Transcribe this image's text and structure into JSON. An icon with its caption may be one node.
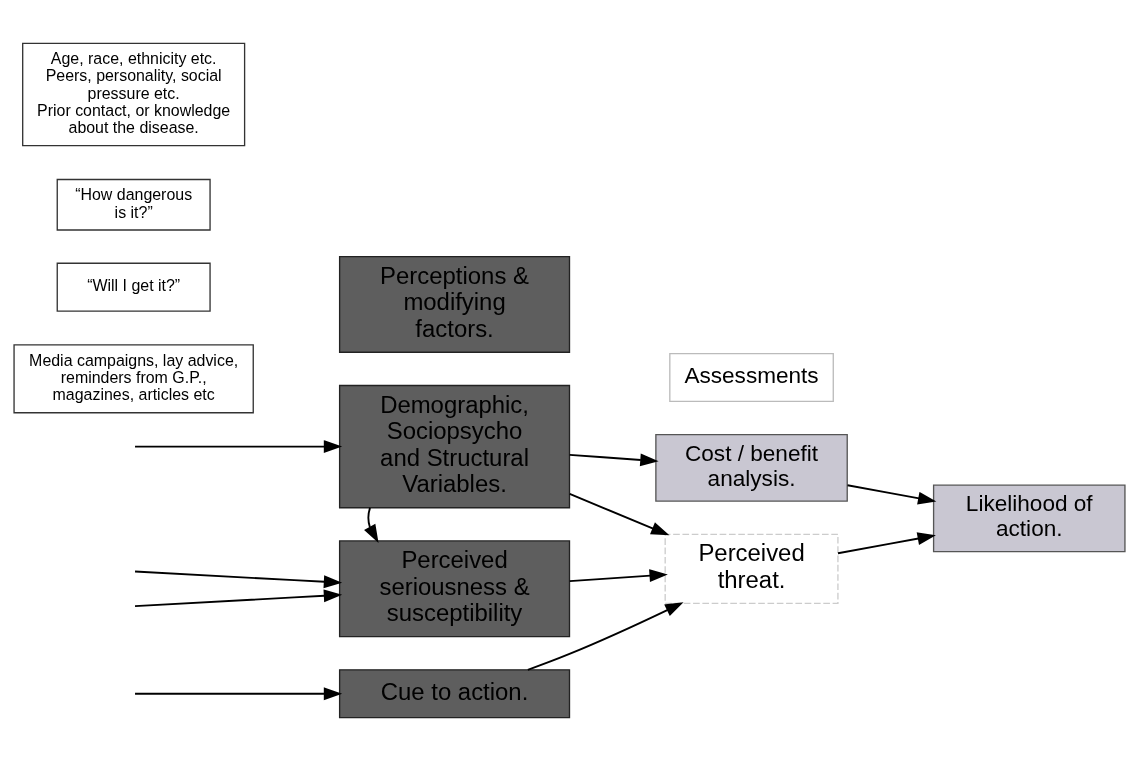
{
  "diagram": {
    "nodes": [
      {
        "text": [
          "Perceptions & modifying factors."
        ]
      },
      {
        "text": [
          "Assessments"
        ]
      },
      {
        "text": [
          "Age, race, ethnicity etc.",
          "Peers, personality, social pressure etc.",
          "Prior contact, or knowledge about the disease."
        ]
      },
      {
        "text": [
          "Demographic, Sociopsycho and Structural Variables."
        ]
      },
      {
        "text": [
          "Cost / benefit analysis."
        ]
      },
      {
        "text": [
          "Likelihood of action."
        ]
      },
      {
        "text": [
          "“How dangerous is it?”"
        ]
      },
      {
        "text": [
          "Perceived seriousness & susceptibility"
        ]
      },
      {
        "text": [
          "Perceived threat."
        ]
      },
      {
        "text": [
          "“Will I get it?”"
        ]
      },
      {
        "text": [
          "Cue to action."
        ]
      },
      {
        "text": [
          "Media campaigns, lay advice, reminders from G.P., magazines, articles etc"
        ]
      }
    ],
    "edges": [
      {
        "from": null,
        "to": 3,
        "arrow": "to"
      },
      {
        "from": 3,
        "to": 4,
        "arrow": "to"
      },
      {
        "from": 4,
        "to": 5,
        "arrow": "to"
      },
      {
        "from": 3,
        "to": 7,
        "arrow": "to"
      },
      {
        "from": 3,
        "to": 8,
        "arrow": "to"
      },
      {
        "from": null,
        "to": 7,
        "arrow": "to"
      },
      {
        "from": null,
        "to": 7,
        "arrow": "to"
      },
      {
        "from": 7,
        "to": 8,
        "arrow": "to"
      },
      {
        "from": null,
        "to": 10,
        "arrow": "to"
      },
      {
        "from": 10,
        "to": 8,
        "arrow": "to"
      },
      {
        "from": 8,
        "to": 5,
        "arrow": "to"
      }
    ]
  }
}
